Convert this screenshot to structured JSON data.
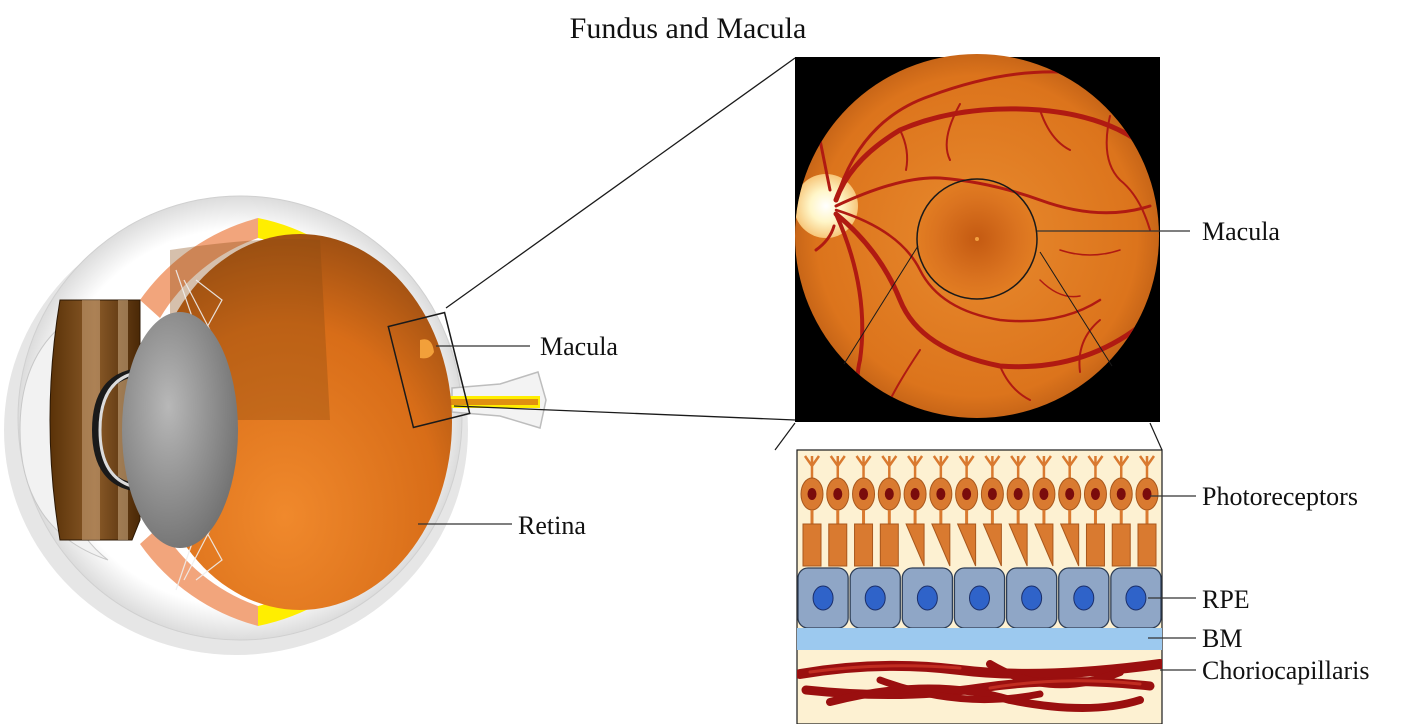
{
  "title": "Fundus and Macula",
  "eye": {
    "macula_label": "Macula",
    "retina_label": "Retina"
  },
  "fundus": {
    "macula_label": "Macula"
  },
  "layers": {
    "photoreceptors_label": "Photoreceptors",
    "rpe_label": "RPE",
    "bm_label": "BM",
    "choriocapillaris_label": "Choriocapillaris",
    "photoreceptor_count": 14,
    "rpe_cell_count": 7
  },
  "colors": {
    "retina_yellow": "#ffee00",
    "vitreous_orange": "#e87a1f",
    "fundus_orange": "#e0781e",
    "vessel_red": "#b01a12",
    "optic_disc": "#fff0b0",
    "photoreceptor": "#d97a30",
    "rpe_cell": "#8fa6c6",
    "rpe_nucleus": "#2f63c9",
    "bruchs_membrane": "#9cc9ef",
    "choriocapillaris": "#a01010",
    "layer_background": "#fdf1d2"
  }
}
